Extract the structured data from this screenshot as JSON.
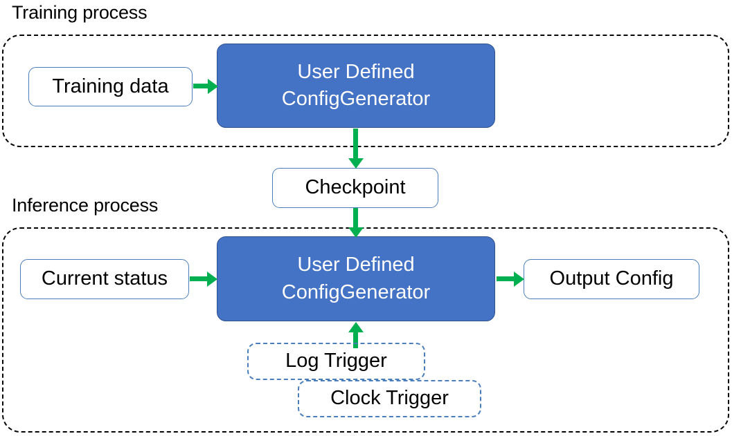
{
  "diagram": {
    "sections": [
      {
        "id": "training",
        "title": "Training process"
      },
      {
        "id": "inference",
        "title": "Inference process"
      }
    ],
    "nodes": {
      "training_data": {
        "label": "Training data"
      },
      "config_generator_training": {
        "line1": "User Defined",
        "line2": "ConfigGenerator"
      },
      "checkpoint": {
        "label": "Checkpoint"
      },
      "current_status": {
        "label": "Current status"
      },
      "config_generator_inference": {
        "line1": "User Defined",
        "line2": "ConfigGenerator"
      },
      "output_config": {
        "label": "Output Config"
      },
      "log_trigger": {
        "label": "Log Trigger"
      },
      "clock_trigger": {
        "label": "Clock Trigger"
      }
    },
    "edges": [
      {
        "id": "data-to-cfg",
        "from": "training_data",
        "to": "config_generator_training",
        "direction": "right"
      },
      {
        "id": "cfg-to-ckpt",
        "from": "config_generator_training",
        "to": "checkpoint",
        "direction": "down"
      },
      {
        "id": "ckpt-to-cfg",
        "from": "checkpoint",
        "to": "config_generator_inference",
        "direction": "down"
      },
      {
        "id": "status-to-cfg",
        "from": "current_status",
        "to": "config_generator_inference",
        "direction": "right"
      },
      {
        "id": "cfg-to-output",
        "from": "config_generator_inference",
        "to": "output_config",
        "direction": "right"
      },
      {
        "id": "trigger-to-cfg",
        "from": "log_trigger",
        "to": "config_generator_inference",
        "direction": "up"
      }
    ],
    "colors": {
      "process_fill": "#4472C4",
      "process_stroke": "#2F528F",
      "node_stroke": "#4A7EBB",
      "arrow": "#00B050",
      "container_stroke": "#000000",
      "text_light": "#FFFFFF",
      "text_dark": "#000000",
      "background": "#FFFFFF"
    }
  }
}
